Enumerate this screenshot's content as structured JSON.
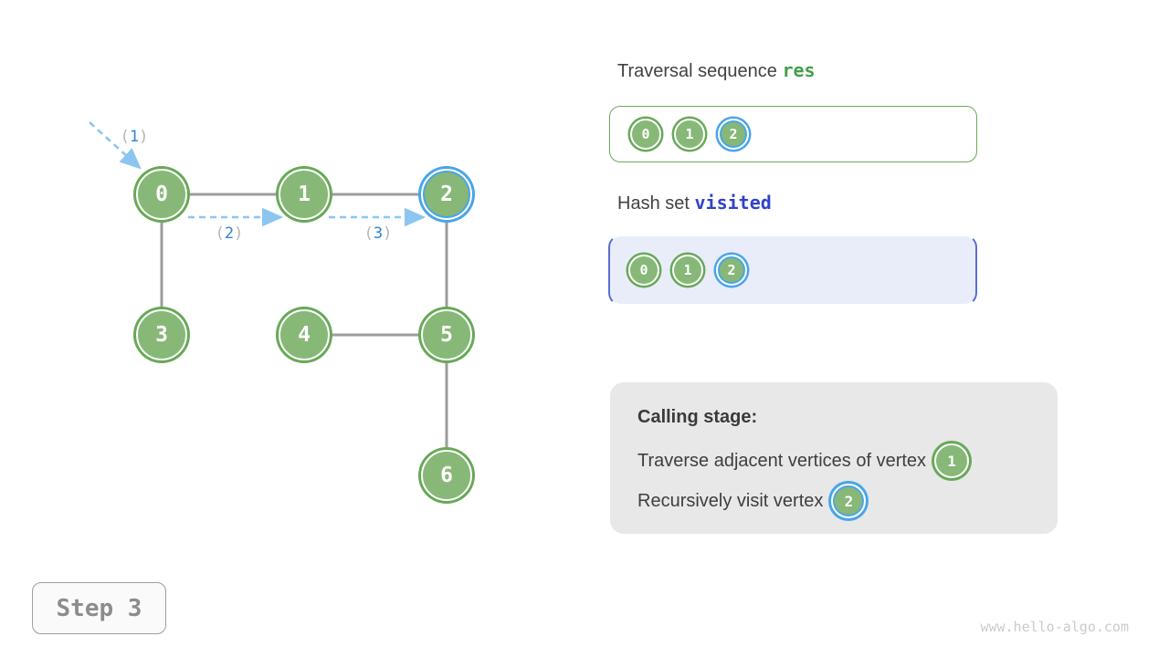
{
  "graph": {
    "nodes": [
      {
        "label": "0",
        "highlighted": false
      },
      {
        "label": "1",
        "highlighted": false
      },
      {
        "label": "2",
        "highlighted": true
      },
      {
        "label": "3",
        "highlighted": false
      },
      {
        "label": "4",
        "highlighted": false
      },
      {
        "label": "5",
        "highlighted": false
      },
      {
        "label": "6",
        "highlighted": false
      }
    ],
    "edges": [
      [
        "0",
        "1"
      ],
      [
        "1",
        "2"
      ],
      [
        "0",
        "3"
      ],
      [
        "2",
        "5"
      ],
      [
        "4",
        "5"
      ],
      [
        "5",
        "6"
      ]
    ],
    "traversal_arrows": [
      {
        "open": "(",
        "num": "1",
        "close": ")"
      },
      {
        "open": "(",
        "num": "2",
        "close": ")"
      },
      {
        "open": "(",
        "num": "3",
        "close": ")"
      }
    ]
  },
  "panels": {
    "traversal_sequence": {
      "title": "Traversal sequence ",
      "variable": "res",
      "items": [
        {
          "label": "0",
          "highlighted": false
        },
        {
          "label": "1",
          "highlighted": false
        },
        {
          "label": "2",
          "highlighted": true
        }
      ]
    },
    "hash_set": {
      "title": "Hash set ",
      "variable": "visited",
      "items": [
        {
          "label": "0",
          "highlighted": false
        },
        {
          "label": "1",
          "highlighted": false
        },
        {
          "label": "2",
          "highlighted": true
        }
      ]
    },
    "calling_stage": {
      "title": "Calling stage:",
      "lines": [
        {
          "text": "Traverse adjacent vertices of vertex",
          "vertex": "1",
          "highlighted": false
        },
        {
          "text": "Recursively visit vertex",
          "vertex": "2",
          "highlighted": true
        }
      ]
    }
  },
  "footer": {
    "step_label": "Step 3",
    "watermark": "www.hello-algo.com"
  },
  "colors": {
    "node_fill": "#87b877",
    "node_ring": "#67a957",
    "highlight_blue": "#49a5e9",
    "edge_gray": "#9c9c9c",
    "arrow_blue": "#8cc6f0",
    "annotation_num_blue": "#2f84cb",
    "annotation_paren_gray": "#b5b5b5",
    "res_green": "#43a047",
    "visited_blue": "#3142c8",
    "seq_box_border": "#6bab5c",
    "hash_box_bg": "#e9edfa",
    "hash_box_border": "#5a6fd6",
    "calling_box_bg": "#e8e8e8",
    "step_text_gray": "#8c8c8c",
    "watermark_gray": "#cbcbcb"
  }
}
